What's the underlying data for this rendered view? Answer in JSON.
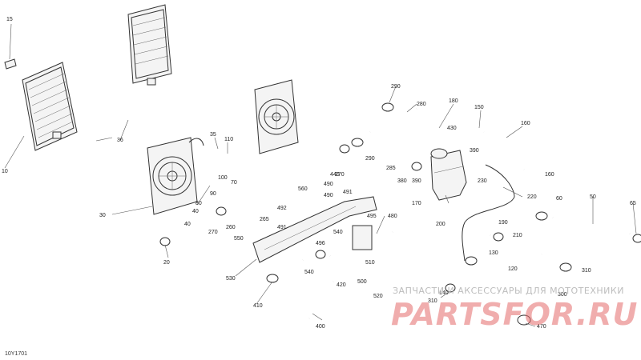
{
  "diagram_code": "10Y1701",
  "callouts": [
    {
      "label": "15"
    },
    {
      "label": "10"
    },
    {
      "label": "36"
    },
    {
      "label": "35"
    },
    {
      "label": "110"
    },
    {
      "label": "100"
    },
    {
      "label": "70"
    },
    {
      "label": "80"
    },
    {
      "label": "90"
    },
    {
      "label": "40"
    },
    {
      "label": "40"
    },
    {
      "label": "30"
    },
    {
      "label": "20"
    },
    {
      "label": "270"
    },
    {
      "label": "260"
    },
    {
      "label": "265"
    },
    {
      "label": "492"
    },
    {
      "label": "560"
    },
    {
      "label": "490"
    },
    {
      "label": "490"
    },
    {
      "label": "491"
    },
    {
      "label": "491"
    },
    {
      "label": "550"
    },
    {
      "label": "530"
    },
    {
      "label": "496"
    },
    {
      "label": "540"
    },
    {
      "label": "540"
    },
    {
      "label": "495"
    },
    {
      "label": "480"
    },
    {
      "label": "410"
    },
    {
      "label": "400"
    },
    {
      "label": "420"
    },
    {
      "label": "500"
    },
    {
      "label": "510"
    },
    {
      "label": "520"
    },
    {
      "label": "440"
    },
    {
      "label": "270"
    },
    {
      "label": "290"
    },
    {
      "label": "290"
    },
    {
      "label": "280"
    },
    {
      "label": "285"
    },
    {
      "label": "180"
    },
    {
      "label": "430"
    },
    {
      "label": "390"
    },
    {
      "label": "380"
    },
    {
      "label": "390"
    },
    {
      "label": "170"
    },
    {
      "label": "150"
    },
    {
      "label": "160"
    },
    {
      "label": "160"
    },
    {
      "label": "230"
    },
    {
      "label": "220"
    },
    {
      "label": "200"
    },
    {
      "label": "190"
    },
    {
      "label": "210"
    },
    {
      "label": "60"
    },
    {
      "label": "50"
    },
    {
      "label": "65"
    },
    {
      "label": "130"
    },
    {
      "label": "120"
    },
    {
      "label": "310"
    },
    {
      "label": "140"
    },
    {
      "label": "310"
    },
    {
      "label": "300"
    },
    {
      "label": "470"
    }
  ],
  "watermark": {
    "tagline": "ЗАПЧАСТИ И АКСЕССУАРЫ ДЛЯ МОТОТЕХНИКИ",
    "brand": "PARTSFOR.RU"
  },
  "colors": {
    "line": "#333333",
    "watermark_text": "#bdbdbd",
    "watermark_logo": "#e36a6a"
  }
}
